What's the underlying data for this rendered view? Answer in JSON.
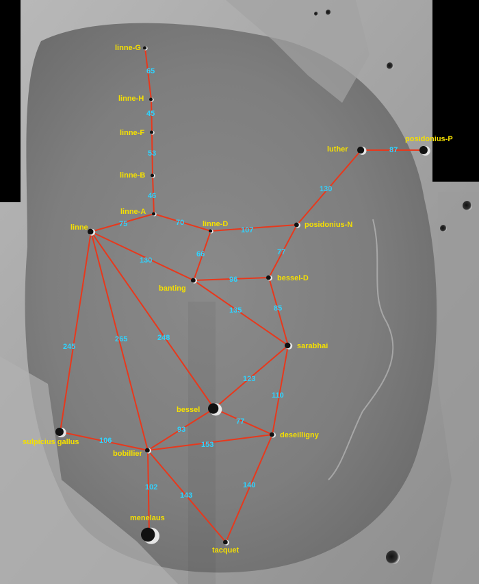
{
  "map": {
    "craters": [
      {
        "id": "linne-G",
        "label": "linne-G"
      },
      {
        "id": "linne-H",
        "label": "linne-H"
      },
      {
        "id": "linne-F",
        "label": "linne-F"
      },
      {
        "id": "linne-B",
        "label": "linne-B"
      },
      {
        "id": "linne-A",
        "label": "linne-A"
      },
      {
        "id": "linne",
        "label": "linne"
      },
      {
        "id": "linne-D",
        "label": "linne-D"
      },
      {
        "id": "posidonius-N",
        "label": "posidonius-N"
      },
      {
        "id": "luther",
        "label": "luther"
      },
      {
        "id": "posidonius-P",
        "label": "posidonius-P"
      },
      {
        "id": "banting",
        "label": "banting"
      },
      {
        "id": "bessel-D",
        "label": "bessel-D"
      },
      {
        "id": "sarabhai",
        "label": "sarabhai"
      },
      {
        "id": "bessel",
        "label": "bessel"
      },
      {
        "id": "deseilligny",
        "label": "deseilligny"
      },
      {
        "id": "sulpicius-gallus",
        "label": "sulpicius gallus"
      },
      {
        "id": "bobillier",
        "label": "bobillier"
      },
      {
        "id": "menelaus",
        "label": "menelaus"
      },
      {
        "id": "tacquet",
        "label": "tacquet"
      }
    ],
    "routes": [
      {
        "from": "linne-G",
        "to": "linne-H",
        "distance": "65"
      },
      {
        "from": "linne-H",
        "to": "linne-F",
        "distance": "45"
      },
      {
        "from": "linne-F",
        "to": "linne-B",
        "distance": "53"
      },
      {
        "from": "linne-B",
        "to": "linne-A",
        "distance": "46"
      },
      {
        "from": "linne",
        "to": "linne-A",
        "distance": "75"
      },
      {
        "from": "linne-A",
        "to": "linne-D",
        "distance": "70"
      },
      {
        "from": "linne-D",
        "to": "posidonius-N",
        "distance": "107"
      },
      {
        "from": "posidonius-N",
        "to": "luther",
        "distance": "130"
      },
      {
        "from": "luther",
        "to": "posidonius-P",
        "distance": "87"
      },
      {
        "from": "linne-D",
        "to": "banting",
        "distance": "66"
      },
      {
        "from": "linne",
        "to": "banting",
        "distance": "130"
      },
      {
        "from": "banting",
        "to": "bessel-D",
        "distance": "96"
      },
      {
        "from": "posidonius-N",
        "to": "bessel-D",
        "distance": "77"
      },
      {
        "from": "bessel-D",
        "to": "sarabhai",
        "distance": "85"
      },
      {
        "from": "banting",
        "to": "sarabhai",
        "distance": "135"
      },
      {
        "from": "linne",
        "to": "sulpicius-gallus",
        "distance": "245"
      },
      {
        "from": "linne",
        "to": "bobillier",
        "distance": "265"
      },
      {
        "from": "linne",
        "to": "bessel",
        "distance": "248"
      },
      {
        "from": "sarabhai",
        "to": "bessel",
        "distance": "123"
      },
      {
        "from": "sarabhai",
        "to": "deseilligny",
        "distance": "110"
      },
      {
        "from": "bessel",
        "to": "deseilligny",
        "distance": "77"
      },
      {
        "from": "bessel",
        "to": "bobillier",
        "distance": "93"
      },
      {
        "from": "sulpicius-gallus",
        "to": "bobillier",
        "distance": "106"
      },
      {
        "from": "bobillier",
        "to": "deseilligny",
        "distance": "153"
      },
      {
        "from": "bobillier",
        "to": "menelaus",
        "distance": "102"
      },
      {
        "from": "bobillier",
        "to": "tacquet",
        "distance": "143"
      },
      {
        "from": "deseilligny",
        "to": "tacquet",
        "distance": "140"
      }
    ],
    "colors": {
      "label": "#f5e000",
      "distance": "#2fd3ff",
      "route": "#e8381c"
    }
  }
}
